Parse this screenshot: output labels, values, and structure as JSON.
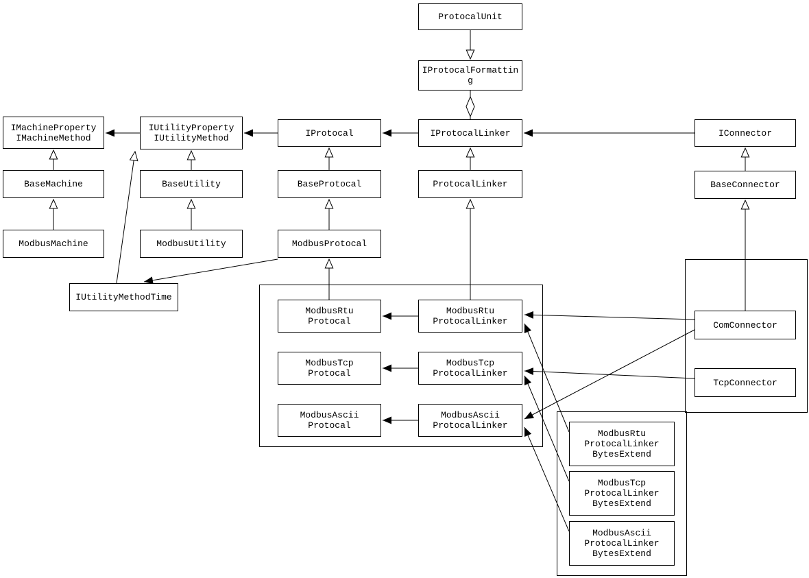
{
  "diagram": {
    "colors": {
      "line": "#000000",
      "box_border": "#000000",
      "box_fill": "#ffffff",
      "background": "#ffffff"
    },
    "nodes": {
      "protocalUnit": {
        "label": "ProtocalUnit"
      },
      "iProtocalFormatting": {
        "label": "IProtocalFormatting"
      },
      "iMachine": {
        "label": "IMachineProperty\nIMachineMethod"
      },
      "iUtility": {
        "label": "IUtilityProperty\nIUtilityMethod"
      },
      "iProtocal": {
        "label": "IProtocal"
      },
      "iProtocalLinker": {
        "label": "IProtocalLinker"
      },
      "iConnector": {
        "label": "IConnector"
      },
      "baseMachine": {
        "label": "BaseMachine"
      },
      "baseUtility": {
        "label": "BaseUtility"
      },
      "baseProtocal": {
        "label": "BaseProtocal"
      },
      "protocalLinker": {
        "label": "ProtocalLinker"
      },
      "baseConnector": {
        "label": "BaseConnector"
      },
      "modbusMachine": {
        "label": "ModbusMachine"
      },
      "modbusUtility": {
        "label": "ModbusUtility"
      },
      "modbusProtocal": {
        "label": "ModbusProtocal"
      },
      "iUtilityMethodTime": {
        "label": "IUtilityMethodTime"
      },
      "modbusRtuProtocal": {
        "label": "ModbusRtu\nProtocal"
      },
      "modbusRtuProtocalLinker": {
        "label": "ModbusRtu\nProtocalLinker"
      },
      "modbusTcpProtocal": {
        "label": "ModbusTcp\nProtocal"
      },
      "modbusTcpProtocalLinker": {
        "label": "ModbusTcp\nProtocalLinker"
      },
      "modbusAsciiProtocal": {
        "label": "ModbusAscii\nProtocal"
      },
      "modbusAsciiProtocalLinker": {
        "label": "ModbusAscii\nProtocalLinker"
      },
      "comConnector": {
        "label": "ComConnector"
      },
      "tcpConnector": {
        "label": "TcpConnector"
      },
      "rtuBytesExtend": {
        "label": "ModbusRtu\nProtocalLinker\nBytesExtend"
      },
      "tcpBytesExtend": {
        "label": "ModbusTcp\nProtocalLinker\nBytesExtend"
      },
      "asciiBytesExtend": {
        "label": "ModbusAscii\nProtocalLinker\nBytesExtend"
      }
    },
    "edges": [
      {
        "from": "ProtocalUnit",
        "to": "IProtocalFormatting",
        "type": "generalization"
      },
      {
        "from": "IProtocalLinker",
        "to": "IProtocalFormatting",
        "type": "aggregation"
      },
      {
        "from": "IProtocalLinker",
        "to": "IProtocal",
        "type": "dependency"
      },
      {
        "from": "IProtocal",
        "to": "IUtilityProperty IUtilityMethod",
        "type": "dependency"
      },
      {
        "from": "IUtilityProperty IUtilityMethod",
        "to": "IMachineProperty IMachineMethod",
        "type": "dependency"
      },
      {
        "from": "IConnector",
        "to": "IProtocalLinker",
        "type": "dependency"
      },
      {
        "from": "BaseMachine",
        "to": "IMachineProperty IMachineMethod",
        "type": "generalization"
      },
      {
        "from": "ModbusMachine",
        "to": "BaseMachine",
        "type": "generalization"
      },
      {
        "from": "BaseUtility",
        "to": "IUtilityProperty IUtilityMethod",
        "type": "generalization"
      },
      {
        "from": "ModbusUtility",
        "to": "BaseUtility",
        "type": "generalization"
      },
      {
        "from": "BaseProtocal",
        "to": "IProtocal",
        "type": "generalization"
      },
      {
        "from": "ModbusProtocal",
        "to": "BaseProtocal",
        "type": "generalization"
      },
      {
        "from": "ProtocalLinker",
        "to": "IProtocalLinker",
        "type": "generalization"
      },
      {
        "from": "BaseConnector",
        "to": "IConnector",
        "type": "generalization"
      },
      {
        "from": "ModbusRtuProtocal",
        "to": "ModbusProtocal",
        "type": "generalization"
      },
      {
        "from": "ModbusRtuProtocalLinker",
        "to": "ProtocalLinker",
        "type": "generalization"
      },
      {
        "from": "ComConnector",
        "to": "BaseConnector",
        "type": "generalization"
      },
      {
        "from": "IUtilityMethodTime",
        "to": "IUtilityProperty IUtilityMethod",
        "type": "generalization"
      },
      {
        "from": "ModbusProtocal",
        "to": "IUtilityMethodTime",
        "type": "dependency"
      },
      {
        "from": "ModbusRtuProtocalLinker",
        "to": "ModbusRtuProtocal",
        "type": "dependency"
      },
      {
        "from": "ModbusTcpProtocalLinker",
        "to": "ModbusTcpProtocal",
        "type": "dependency"
      },
      {
        "from": "ModbusAsciiProtocalLinker",
        "to": "ModbusAsciiProtocal",
        "type": "dependency"
      },
      {
        "from": "ComConnector",
        "to": "ModbusRtuProtocalLinker",
        "type": "dependency"
      },
      {
        "from": "ComConnector",
        "to": "ModbusAsciiProtocalLinker",
        "type": "dependency"
      },
      {
        "from": "TcpConnector",
        "to": "ModbusTcpProtocalLinker",
        "type": "dependency"
      },
      {
        "from": "ModbusRtuProtocalLinkerBytesExtend",
        "to": "ModbusRtuProtocalLinker",
        "type": "dependency"
      },
      {
        "from": "ModbusTcpProtocalLinkerBytesExtend",
        "to": "ModbusTcpProtocalLinker",
        "type": "dependency"
      },
      {
        "from": "ModbusAsciiProtocalLinkerBytesExtend",
        "to": "ModbusAsciiProtocalLinker",
        "type": "dependency"
      }
    ]
  }
}
